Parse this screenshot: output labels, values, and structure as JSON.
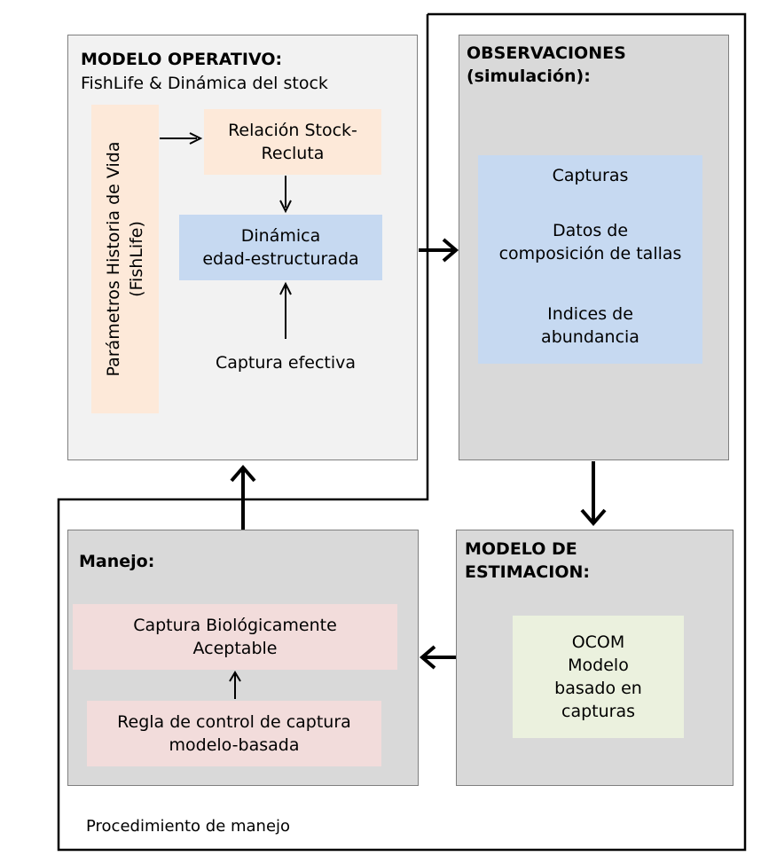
{
  "colors": {
    "operating_bg": "#f2f2f2",
    "grey_bg": "#d9d9d9",
    "peach": "#fde9d9",
    "blue": "#c6d9f1",
    "pink": "#f2dcdb",
    "green": "#ebf1de",
    "box_border": "#7f7f7f",
    "line": "#000000"
  },
  "operating_model": {
    "title": "MODELO OPERATIVO:",
    "subtitle": "FishLife & Dinámica del stock",
    "life_history_line1": "Parámetros Historia de Vida",
    "life_history_line2": "(FishLife)",
    "sr_line1": "Relación Stock-",
    "sr_line2": "Recluta",
    "dyn_line1": "Dinámica",
    "dyn_line2": "edad-estructurada",
    "catch": "Captura efectiva"
  },
  "observations": {
    "title_line1": "OBSERVACIONES",
    "title_line2": "(simulación):",
    "item1": "Capturas",
    "item2_line1": "Datos de",
    "item2_line2": "composición de tallas",
    "item3_line1": "Indices de",
    "item3_line2": "abundancia"
  },
  "estimation_model": {
    "title_line1": "MODELO DE",
    "title_line2": "ESTIMACION:",
    "line1": "OCOM",
    "line2": "Modelo",
    "line3": "basado en",
    "line4": "capturas"
  },
  "management": {
    "title": "Manejo:",
    "abc_line1": "Captura Biológicamente",
    "abc_line2": "Aceptable",
    "hcr_line1": "Regla de control de captura",
    "hcr_line2": "modelo-basada"
  },
  "procedure_label": "Procedimiento de manejo"
}
